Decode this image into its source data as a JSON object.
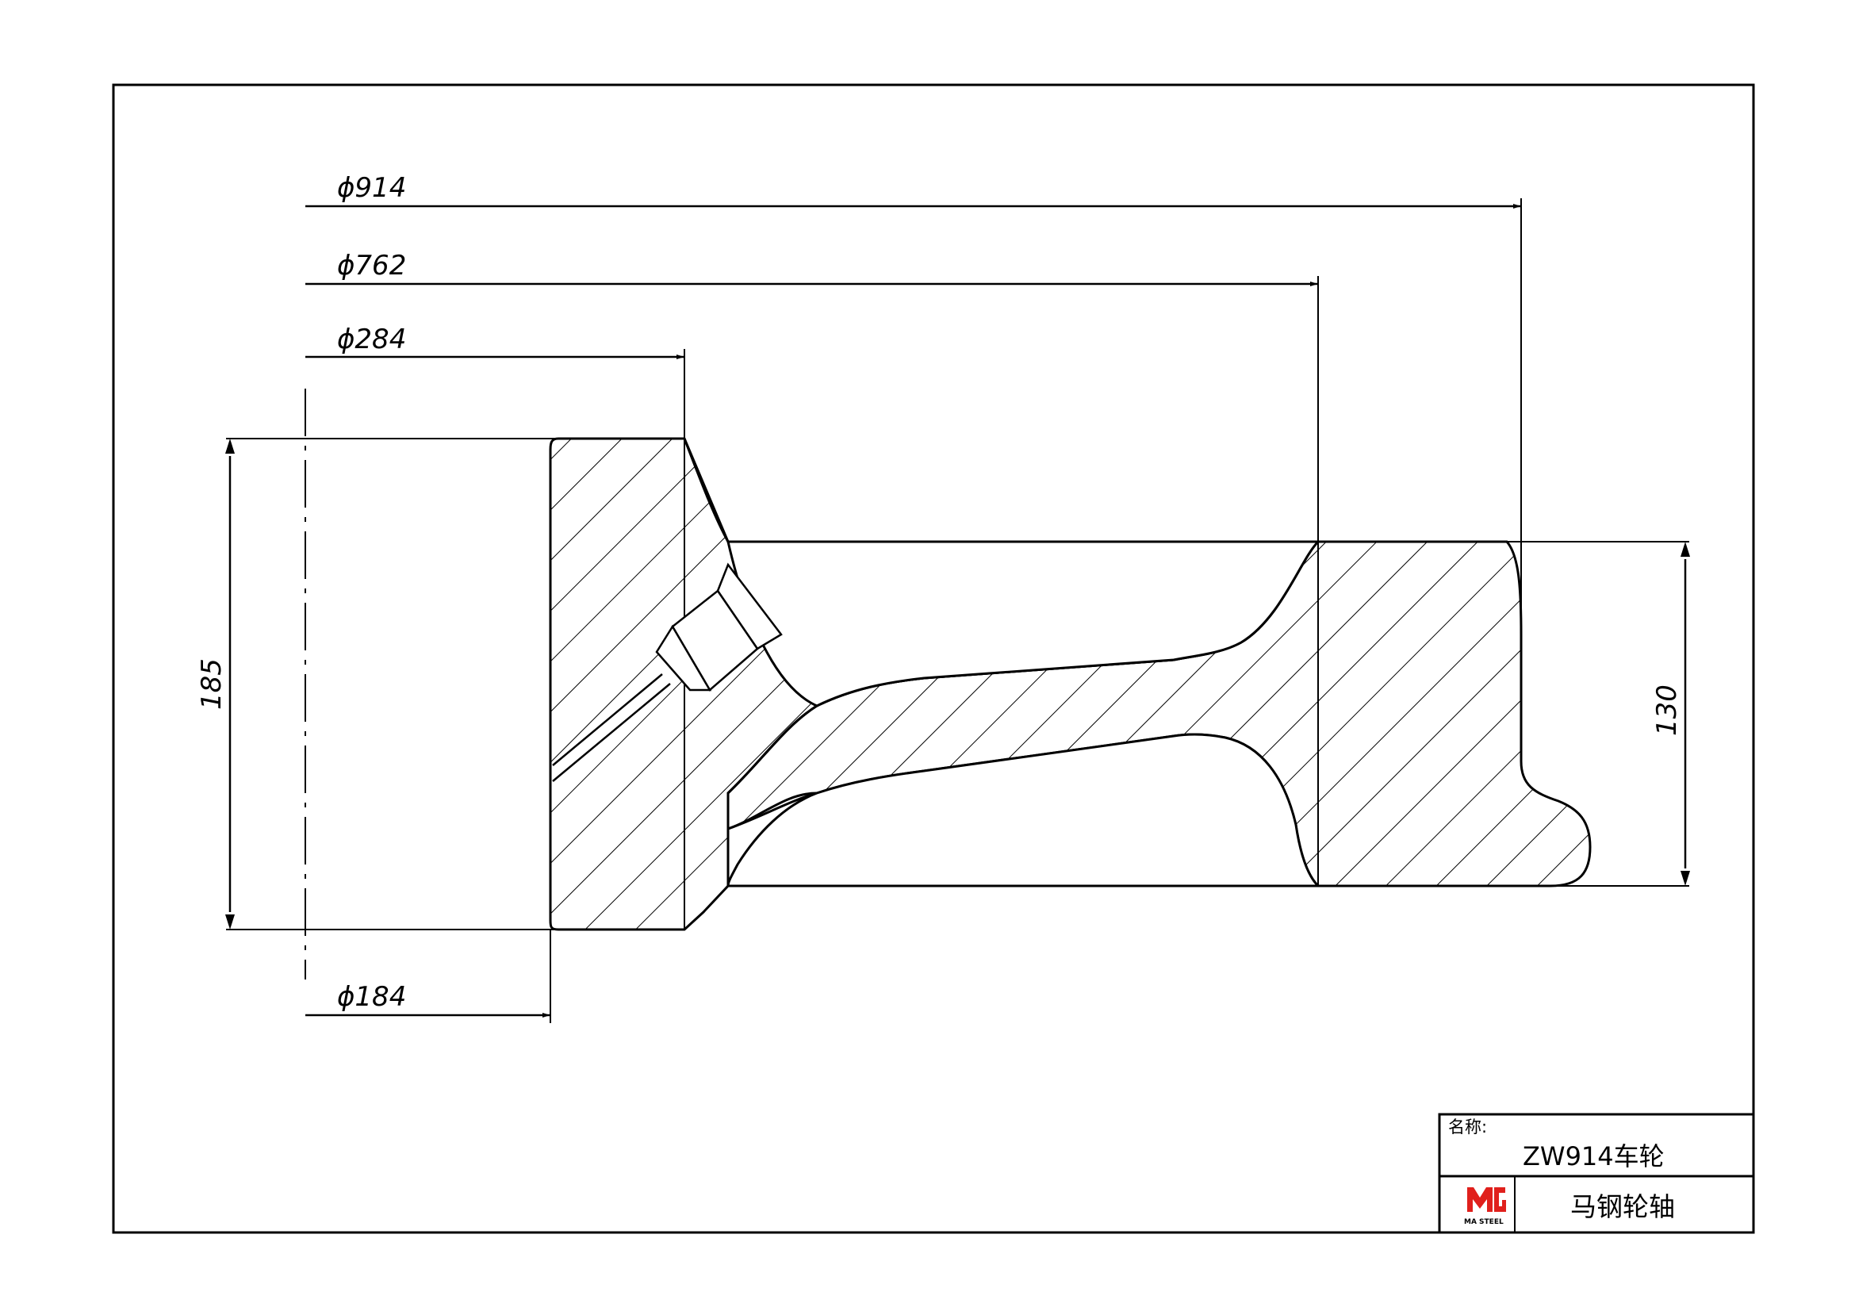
{
  "drawing": {
    "dimensions": {
      "outer_diameter": "ϕ914",
      "tread_diameter": "ϕ762",
      "hub_diameter": "ϕ284",
      "bore_diameter": "ϕ184",
      "hub_length": "185",
      "rim_width": "130"
    }
  },
  "title_block": {
    "name_label": "名称:",
    "part_name": "ZW914车轮",
    "company": "马钢轮轴",
    "logo_text": "MA STEEL",
    "logo_color": "#e0201c"
  }
}
